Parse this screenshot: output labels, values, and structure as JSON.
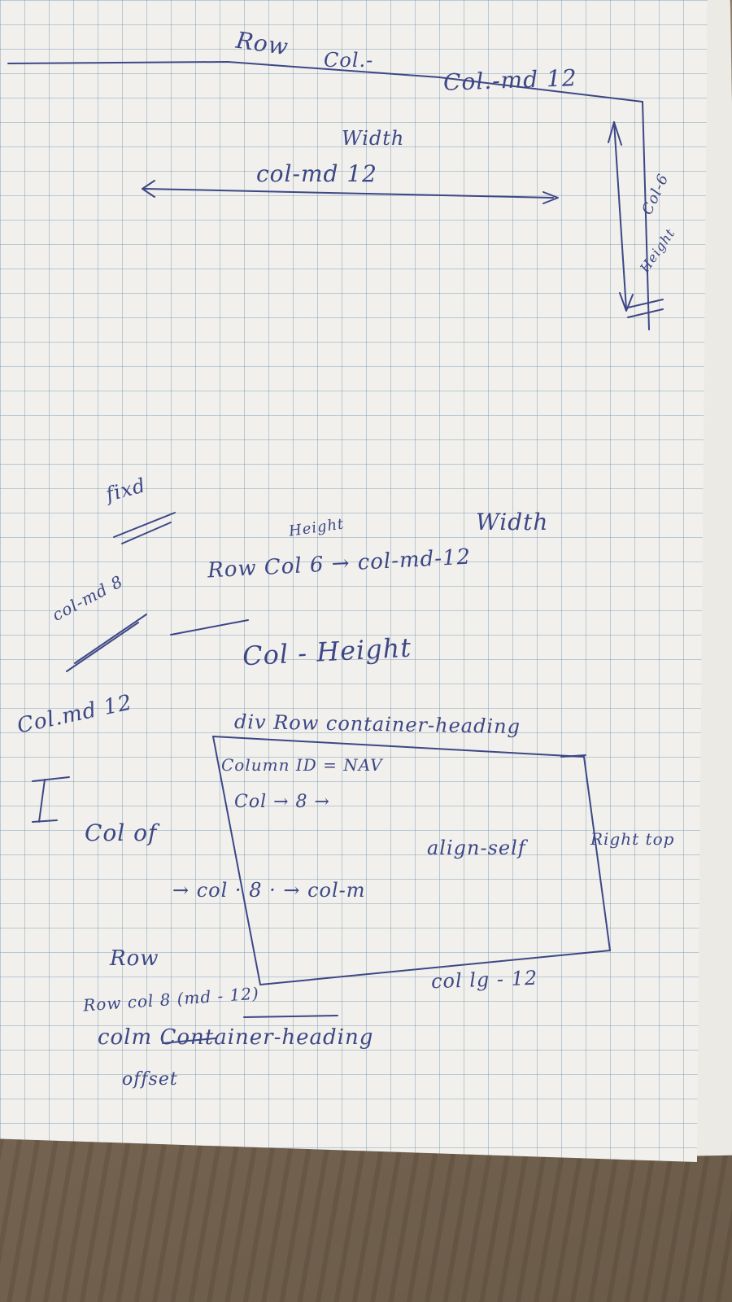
{
  "notes": {
    "top_row": "Row",
    "top_col": "Col.-",
    "top_col_md": "Col.-md 12",
    "width_label_1": "Width",
    "col_md_12_arrow": "col-md 12",
    "col_6": "Col-6",
    "height_label_1": "Height",
    "fixed": "fixd",
    "height_label_2": "Height",
    "width_label_2": "Width",
    "col_md_8": "col-md 8",
    "row_col_line": "Row Col 6 → col-md-12",
    "col_height": "Col - Height",
    "col_md_12_left": "Col.md 12",
    "div_row": "div Row container-heading",
    "column_id": "Column ID = NAV",
    "col_8_arrow": "Col → 8 →",
    "align_self": "align-self",
    "right_top": "Right top",
    "col_of": "Col of",
    "col_8_col_m": "→ col · 8 · → col-m",
    "row_mark": "Row",
    "col_lg": "col lg - 12",
    "row_col_md": "Row col 8 (md - 12)",
    "colm_container": "colm Container-heading",
    "offset": "offset"
  }
}
